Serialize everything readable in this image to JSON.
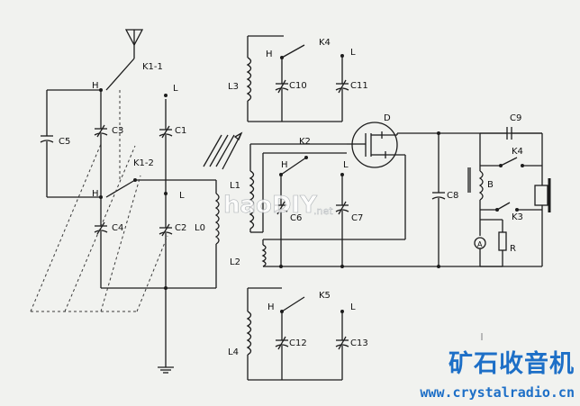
{
  "labels": {
    "k1_1": "K1-1",
    "k1_2": "K1-2",
    "h": "H",
    "l": "L",
    "c1": "C1",
    "c2": "C2",
    "c3": "C3",
    "c4": "C4",
    "c5": "C5",
    "c6": "C6",
    "c7": "C7",
    "c8": "C8",
    "c9": "C9",
    "c10": "C10",
    "c11": "C11",
    "c12": "C12",
    "c13": "C13",
    "l0": "L0",
    "l1": "L1",
    "l2": "L2",
    "l3": "L3",
    "l4": "L4",
    "k2": "K2",
    "k3": "K3",
    "k4": "K4",
    "k5": "K5",
    "d": "D",
    "b": "B",
    "r": "R",
    "a": "A"
  },
  "watermark": {
    "text": "haoDIY",
    "suffix": ".net"
  },
  "brand": {
    "title": "矿石收音机",
    "url": "www.crystalradio.cn"
  },
  "colors": {
    "line": "#1c1c1c",
    "background": "#f1f2ef",
    "brand": "#1d6fc7"
  }
}
